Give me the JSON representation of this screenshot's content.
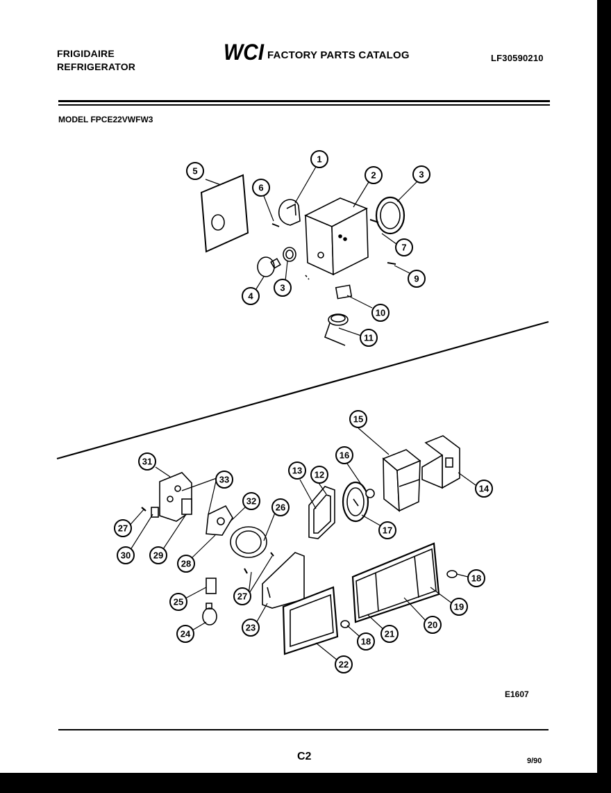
{
  "header": {
    "brand_line1": "FRIGIDAIRE",
    "brand_line2": "REFRIGERATOR",
    "logo_text": "WCI",
    "catalog_title": "FACTORY PARTS CATALOG",
    "catalog_number": "LF30590210"
  },
  "model": "MODEL FPCE22VWFW3",
  "diagram_code": "E1607",
  "footer": {
    "page": "C2",
    "date": "9/90"
  },
  "callouts_top": [
    "1",
    "2",
    "3",
    "3",
    "4",
    "5",
    "6",
    "7",
    "9",
    "10",
    "11"
  ],
  "callouts_bottom": [
    "12",
    "13",
    "14",
    "15",
    "16",
    "17",
    "18",
    "18",
    "19",
    "20",
    "21",
    "22",
    "23",
    "24",
    "25",
    "26",
    "27",
    "27",
    "28",
    "29",
    "30",
    "31",
    "32",
    "33"
  ]
}
